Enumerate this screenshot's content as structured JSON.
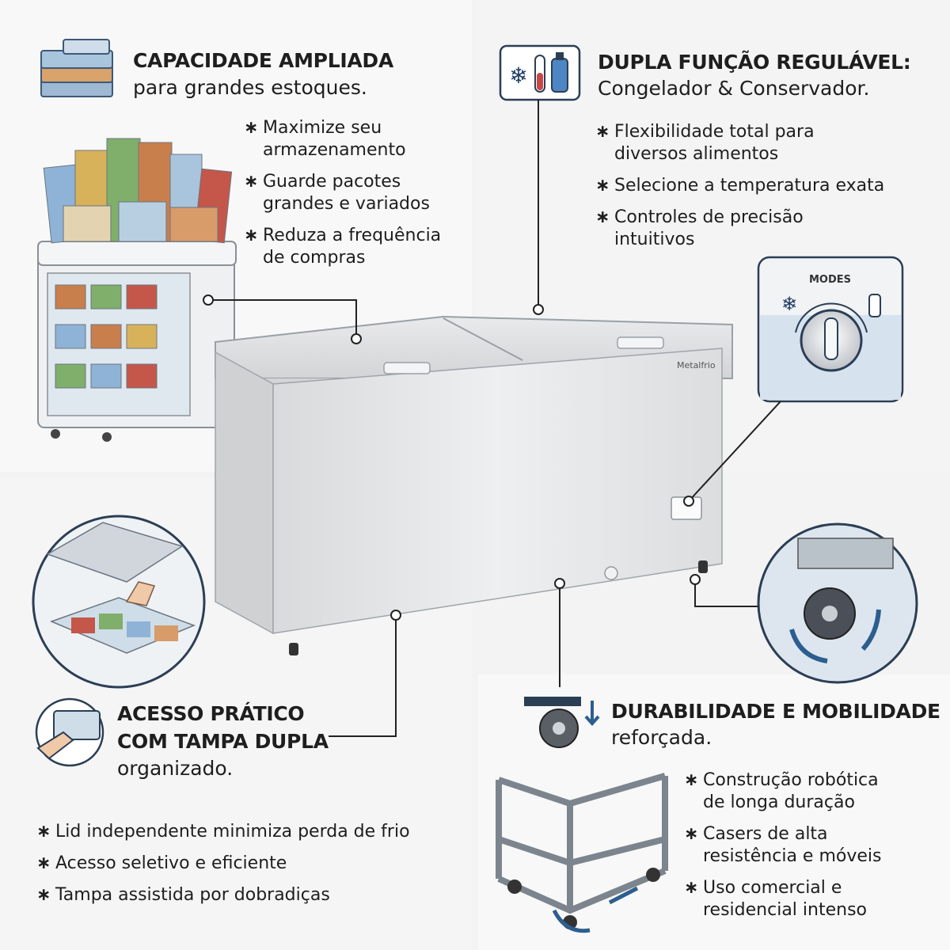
{
  "brand": "Metalfrio",
  "sections": {
    "capacity": {
      "title": "CAPACIDADE AMPLIADA",
      "subtitle": "para grandes estoques.",
      "bullets": [
        "Maximize seu\narmazenamento",
        "Guarde pacotes\ngrandes e variados",
        "Reduza a frequência\nde compras"
      ]
    },
    "dual": {
      "title": "DUPLA FUNÇÃO REGULÁVEL:",
      "subtitle": "Congelador & Conservador.",
      "bullets": [
        "Flexibilidade total para\ndiversos alimentos",
        "Selecione a temperatura exata",
        "Controles de precisão\nintuitivos"
      ]
    },
    "access": {
      "title_line1": "ACESSO PRÁTICO",
      "title_line2": "COM TAMPA DUPLA",
      "subtitle": "organizado.",
      "bullets": [
        "Lid independente minimiza perda de frio",
        "Acesso seletivo e eficiente",
        "Tampa assistida por dobradiças"
      ]
    },
    "durability": {
      "title": "DURABILIDADE E MOBILIDADE",
      "subtitle": "reforçada.",
      "bullets": [
        "Construção robótica\nde longa duração",
        "Casers de alta\nresistência e móveis",
        "Uso comercial e\nresidencial intenso"
      ]
    }
  },
  "control_panel": {
    "label": "MODES"
  },
  "icons": [
    "frozen-packages-icon",
    "snowflake-icon",
    "thermometer-icon",
    "bottle-icon",
    "hand-lid-icon",
    "caster-wheel-icon"
  ],
  "colors": {
    "text": "#1e1e1e",
    "panel": "#f7f7f7",
    "freezer": "#e6e7e8",
    "accent_blue": "#2c5e8f",
    "line": "#222222"
  }
}
